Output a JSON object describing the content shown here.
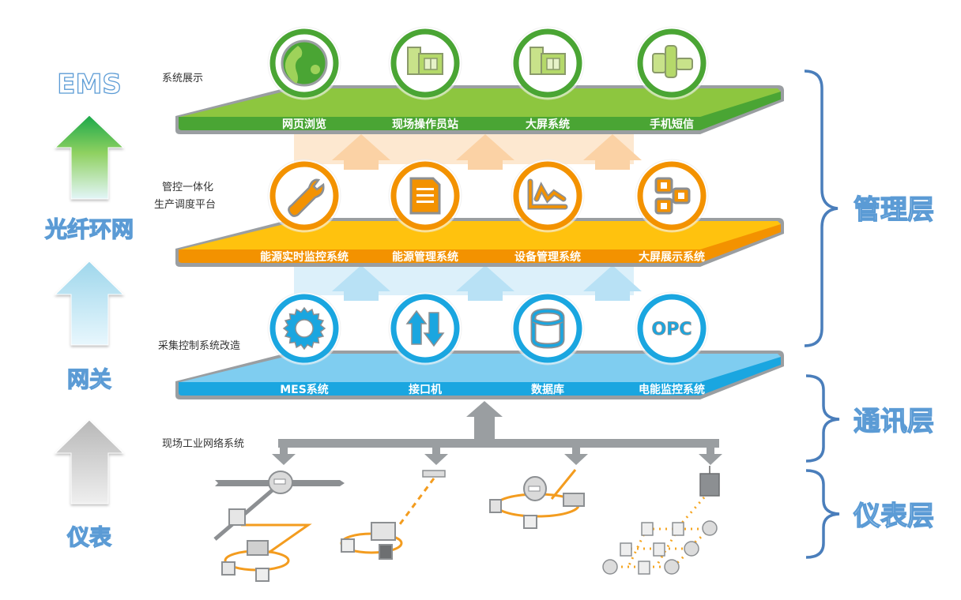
{
  "left_column": {
    "items": [
      {
        "label": "EMS",
        "arrow_color_top": "#2db34a",
        "arrow_color_bottom": "#e3f6f8"
      },
      {
        "label": "光纤环网",
        "arrow_color_top": "#a8dcef",
        "arrow_color_bottom": "#e6f6fd"
      },
      {
        "label": "网关",
        "arrow_color_top": "#bdbdbd",
        "arrow_color_bottom": "#eeeeee"
      },
      {
        "label": "仪表"
      }
    ]
  },
  "platforms": [
    {
      "id": "display",
      "title": "系统展示",
      "color_main": "#8dc63f",
      "color_front": "#4aa534",
      "ring_color": "#4aa534",
      "modules": [
        {
          "label": "网页浏览",
          "icon": "globe-icon"
        },
        {
          "label": "现场操作员站",
          "icon": "workstation-icon"
        },
        {
          "label": "大屏系统",
          "icon": "big-screen-icon"
        },
        {
          "label": "手机短信",
          "icon": "mobile-sms-icon"
        }
      ]
    },
    {
      "id": "management",
      "title_lines": [
        "管控一体化",
        "生产调度平台"
      ],
      "color_main": "#ffc20e",
      "color_front": "#f39200",
      "ring_color": "#f39200",
      "modules": [
        {
          "label": "能源实时监控系统",
          "icon": "wrench-icon"
        },
        {
          "label": "能源管理系统",
          "icon": "document-icon"
        },
        {
          "label": "设备管理系统",
          "icon": "trend-chart-icon"
        },
        {
          "label": "大屏展示系统",
          "icon": "topology-icon"
        }
      ]
    },
    {
      "id": "acquisition",
      "title": "采集控制系统改造",
      "color_main": "#7fcdf0",
      "color_front": "#1aa6e0",
      "ring_color": "#1aa6e0",
      "modules": [
        {
          "label": "MES系统",
          "icon": "gear-icon"
        },
        {
          "label": "接口机",
          "icon": "up-down-arrows-icon"
        },
        {
          "label": "数据库",
          "icon": "database-icon"
        },
        {
          "label": "电能监控系统",
          "icon": "opc-icon",
          "icon_text": "OPC"
        }
      ]
    }
  ],
  "network": {
    "title": "现场工业网络系统",
    "bus_color": "#9a9ea1",
    "link_color": "#f39c1f"
  },
  "right_column": {
    "layers": [
      {
        "label": "管理层"
      },
      {
        "label": "通讯层"
      },
      {
        "label": "仪表层"
      }
    ],
    "brace_color": "#4a7ebb"
  }
}
